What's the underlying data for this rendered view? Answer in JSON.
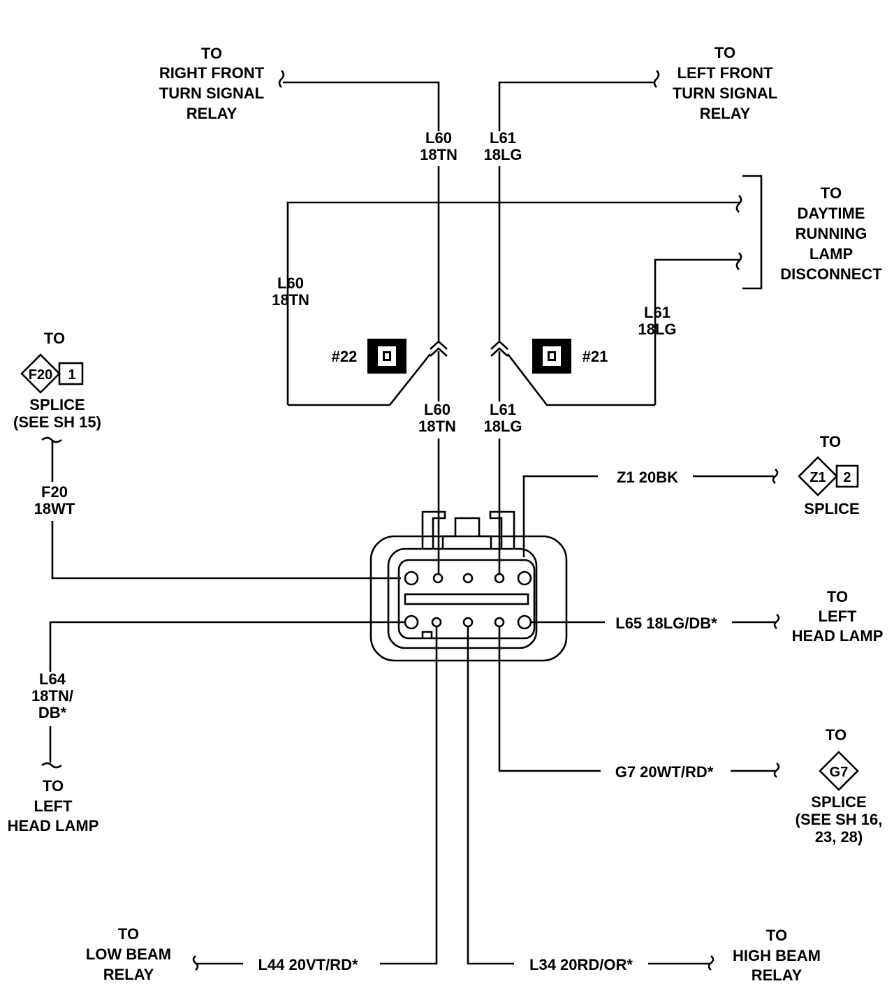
{
  "destinations": {
    "right_front_turn": [
      "TO",
      "RIGHT FRONT",
      "TURN SIGNAL",
      "RELAY"
    ],
    "left_front_turn": [
      "TO",
      "LEFT FRONT",
      "TURN SIGNAL",
      "RELAY"
    ],
    "drl_disconnect": [
      "TO",
      "DAYTIME",
      "RUNNING",
      "LAMP",
      "DISCONNECT"
    ],
    "splice_f20": [
      "TO",
      "SPLICE",
      "(SEE SH 15)"
    ],
    "splice_z1": [
      "TO",
      "SPLICE"
    ],
    "left_head_lamp_right": [
      "TO",
      "LEFT",
      "HEAD LAMP"
    ],
    "left_head_lamp_left": [
      "TO",
      "LEFT",
      "HEAD LAMP"
    ],
    "splice_g7": [
      "TO",
      "SPLICE",
      "(SEE SH 16,",
      "23, 28)"
    ],
    "low_beam_relay": [
      "TO",
      "LOW BEAM",
      "RELAY"
    ],
    "high_beam_relay": [
      "TO",
      "HIGH BEAM",
      "RELAY"
    ]
  },
  "wires": {
    "l60_top": [
      "L60",
      "18TN"
    ],
    "l61_top": [
      "L61",
      "18LG"
    ],
    "l60_left": [
      "L60",
      "18TN"
    ],
    "l61_right": [
      "L61",
      "18LG"
    ],
    "l60_lower": [
      "L60",
      "18TN"
    ],
    "l61_lower": [
      "L61",
      "18LG"
    ],
    "f20": [
      "F20",
      "18WT"
    ],
    "l64": [
      "L64",
      "18TN/",
      "DB*"
    ],
    "z1": "Z1 20BK",
    "l65": "L65 18LG/DB*",
    "g7": "G7 20WT/RD*",
    "l44": "L44 20VT/RD*",
    "l34": "L34 20RD/OR*"
  },
  "connectors": {
    "c22": "#22",
    "c21": "#21"
  },
  "splice_symbols": {
    "f20": {
      "id": "F20",
      "pin": "1"
    },
    "z1": {
      "id": "Z1",
      "pin": "2"
    },
    "g7": {
      "id": "G7"
    }
  }
}
